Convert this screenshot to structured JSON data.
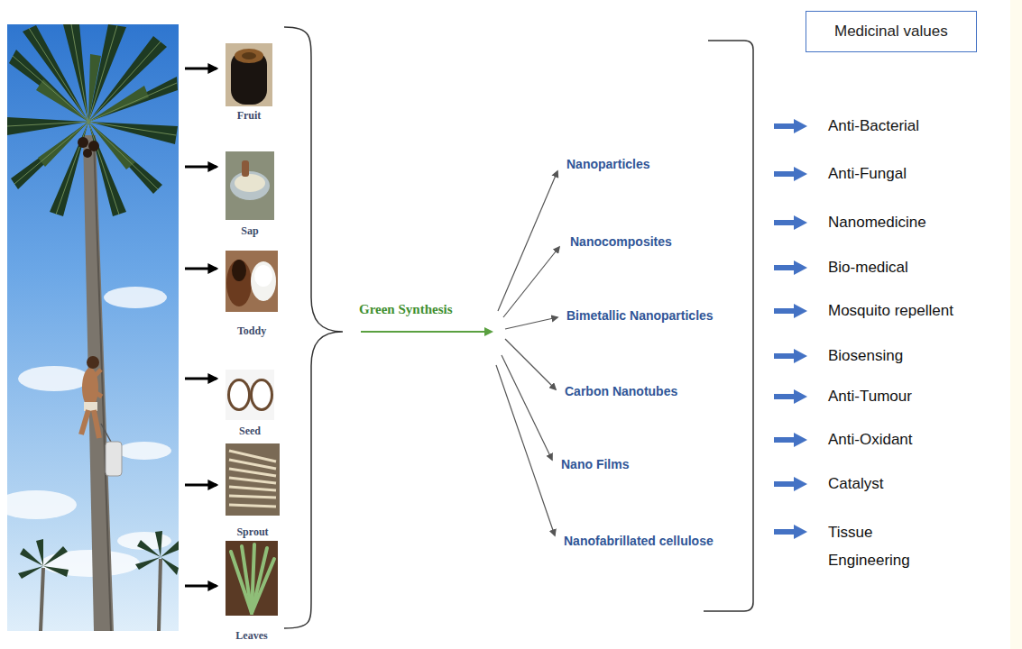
{
  "diagram": {
    "nodes": [
      {
        "text": [
          "Fruit"
        ]
      },
      {
        "text": [
          "Sap"
        ]
      },
      {
        "text": [
          "Toddy"
        ]
      },
      {
        "text": [
          "Seed"
        ]
      },
      {
        "text": [
          "Sprout"
        ]
      },
      {
        "text": [
          "Leaves"
        ]
      },
      {
        "text": [
          "Medicinal values"
        ]
      }
    ],
    "labels": [
      "Green Synthesis",
      "Nanoparticles",
      "Nanocomposites",
      "Bimetallic Nanoparticles",
      "Carbon Nanotubes",
      "Nano Films",
      "Nanofabrillated cellulose",
      "Anti-Bacterial",
      "Anti-Fungal",
      "Nanomedicine",
      "Bio-medical",
      "Mosquito repellent",
      "Biosensing",
      "Anti-Tumour",
      "Anti-Oxidant",
      "Catalyst",
      "Tissue Engineering"
    ]
  }
}
